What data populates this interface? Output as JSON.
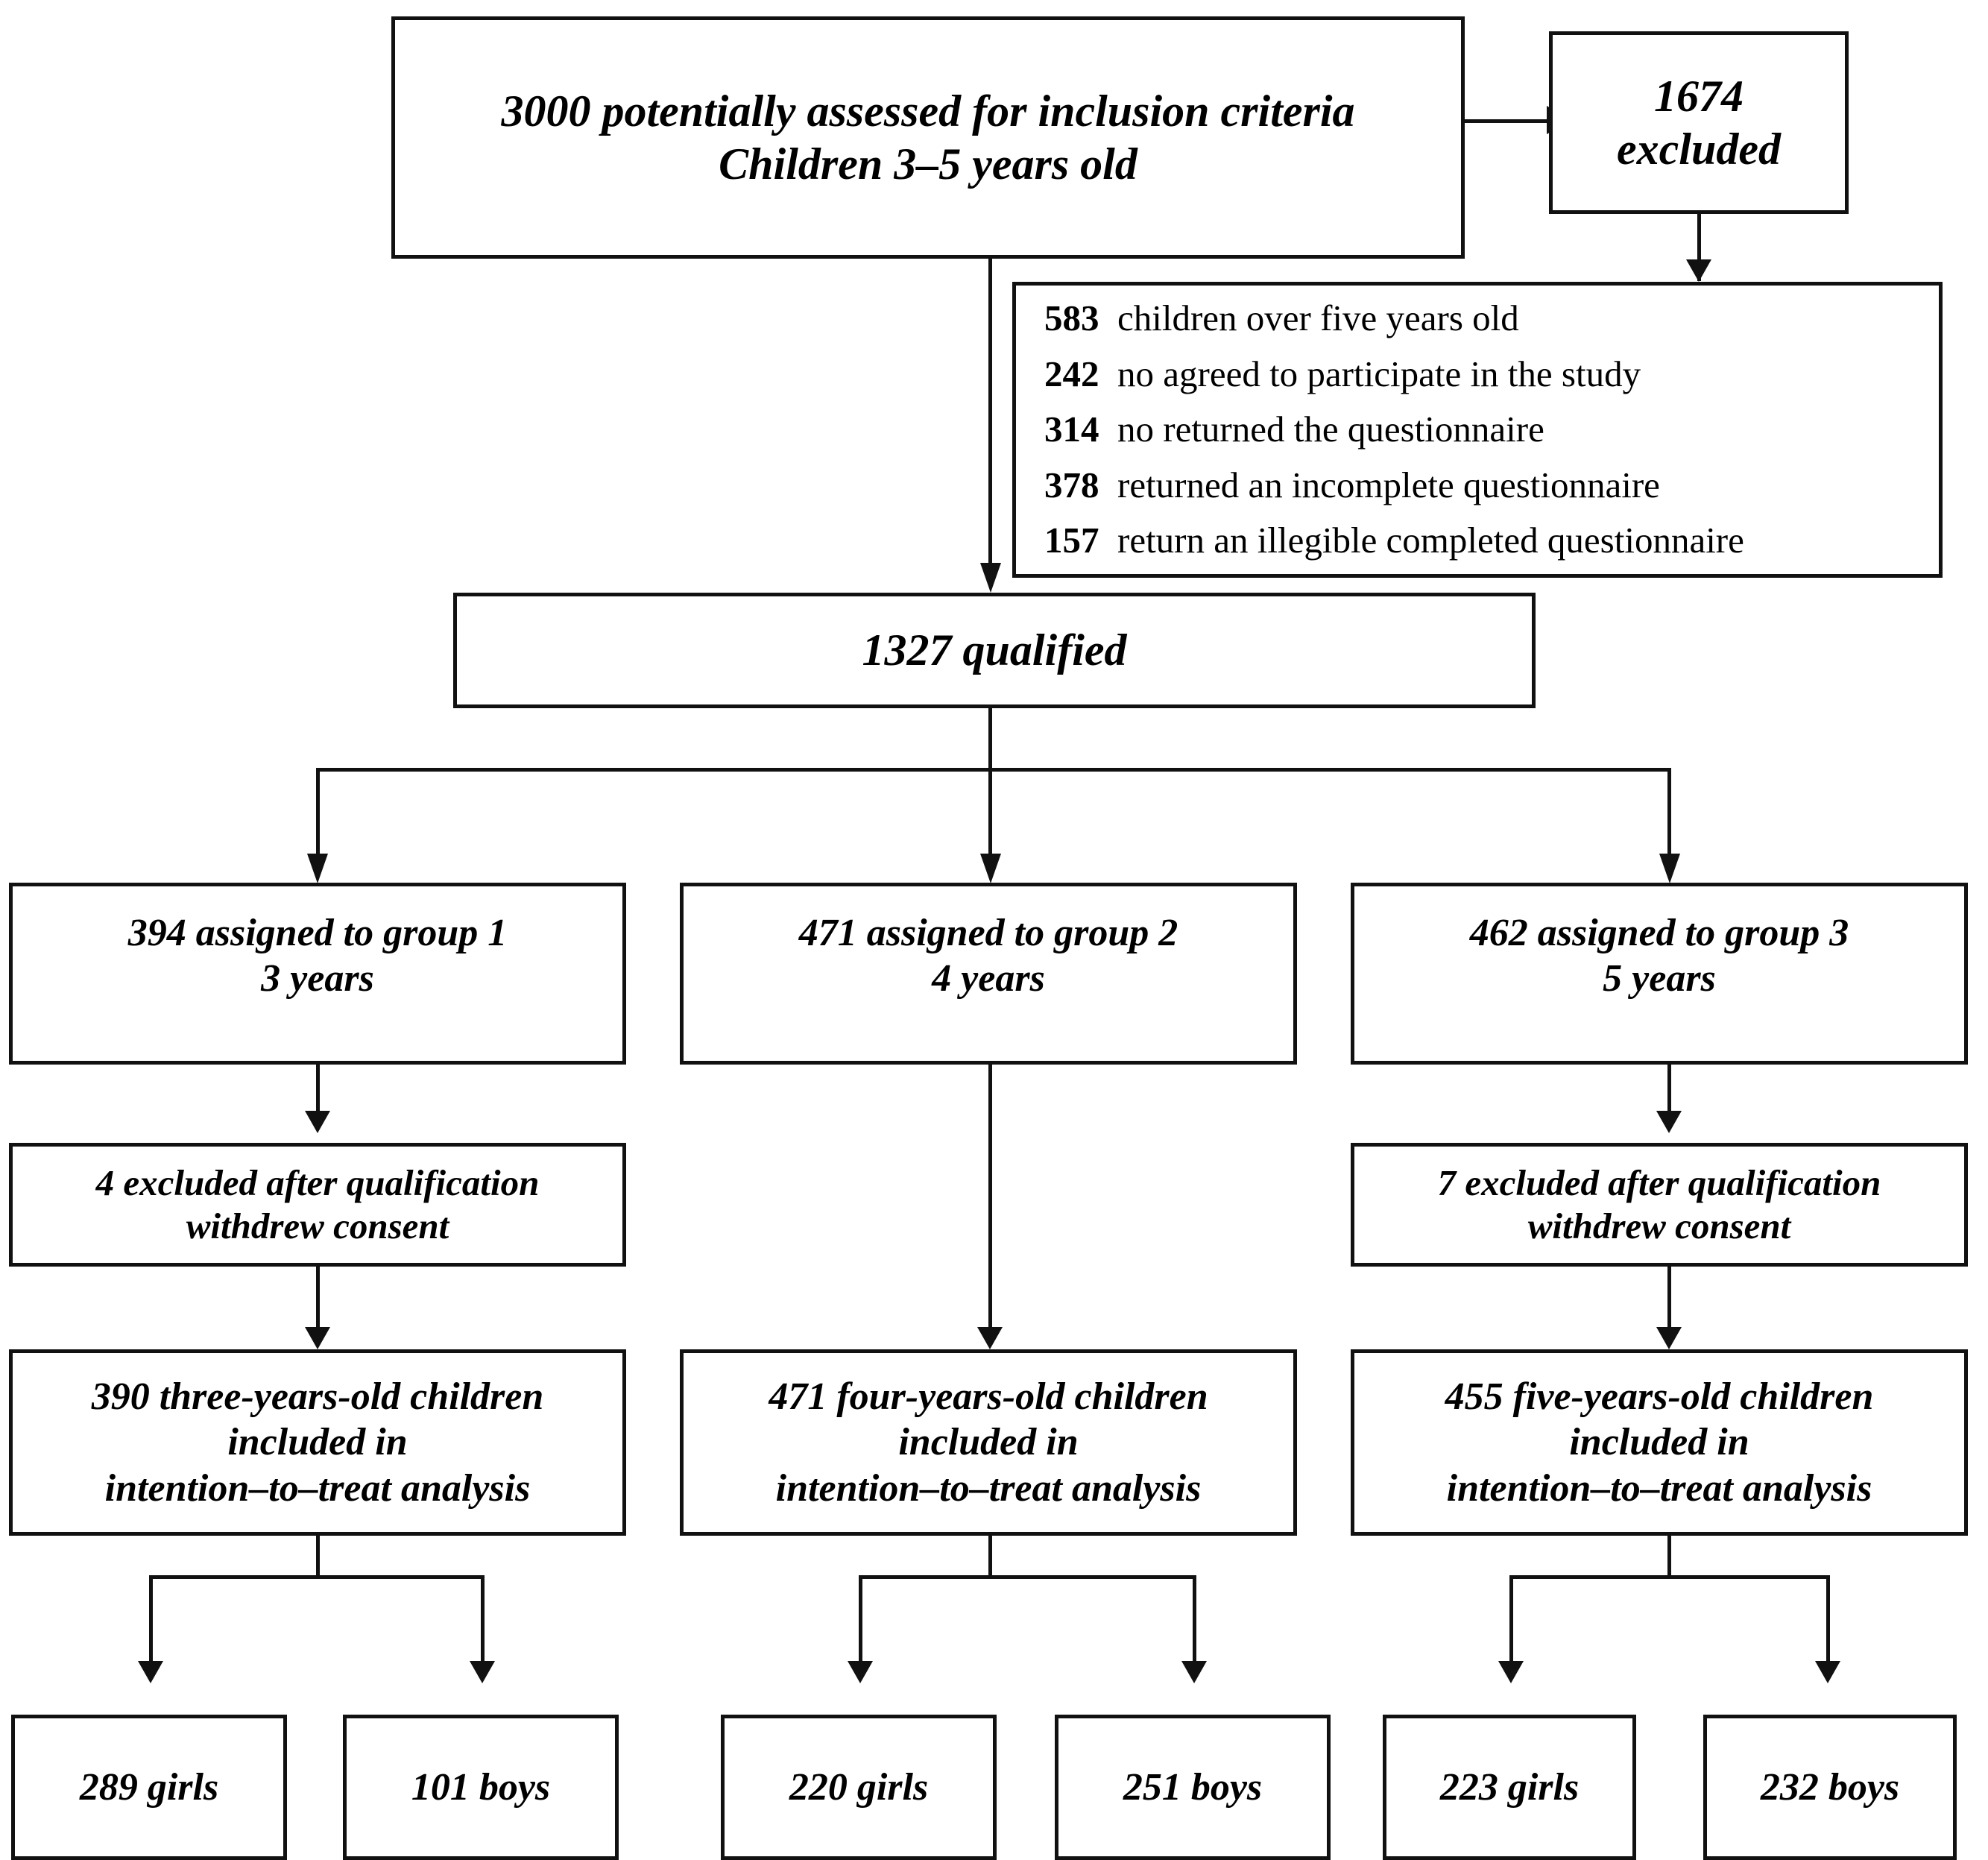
{
  "diagram": {
    "title": "CONSORT-style participant flow diagram",
    "colors": {
      "line": "#111111",
      "text": "#000000",
      "background": "#ffffff"
    },
    "nodes": {
      "assessed": {
        "line1": "3000 potentially assessed for inclusion criteria",
        "line2": "Children 3–5 years old"
      },
      "excluded_total": {
        "line1": "1674",
        "line2": "excluded"
      },
      "exclusion_reasons": [
        {
          "count": "583",
          "reason": "children over five years old"
        },
        {
          "count": "242",
          "reason": "no agreed to participate in the study"
        },
        {
          "count": "314",
          "reason": "no returned the questionnaire"
        },
        {
          "count": "378",
          "reason": "returned an incomplete questionnaire"
        },
        {
          "count": "157",
          "reason": "return an illegible completed questionnaire"
        }
      ],
      "qualified": {
        "line1": "1327 qualified"
      },
      "groups": [
        {
          "assigned_line1": "394 assigned to group 1",
          "assigned_line2": "3 years",
          "excluded_line1": "4 excluded after qualification",
          "excluded_line2": "withdrew consent",
          "itt_line1": "390 three-years-old children",
          "itt_line2": "included in",
          "itt_line3": "intention–to–treat analysis",
          "girls": "289 girls",
          "boys": "101 boys"
        },
        {
          "assigned_line1": "471 assigned to group 2",
          "assigned_line2": "4 years",
          "excluded_line1": "",
          "excluded_line2": "",
          "itt_line1": "471 four-years-old children",
          "itt_line2": "included in",
          "itt_line3": "intention–to–treat analysis",
          "girls": "220 girls",
          "boys": "251 boys"
        },
        {
          "assigned_line1": "462 assigned to group 3",
          "assigned_line2": "5 years",
          "excluded_line1": "7 excluded after qualification",
          "excluded_line2": "withdrew consent",
          "itt_line1": "455 five-years-old children",
          "itt_line2": "included in",
          "itt_line3": "intention–to–treat analysis",
          "girls": "223 girls",
          "boys": "232 boys"
        }
      ]
    }
  }
}
